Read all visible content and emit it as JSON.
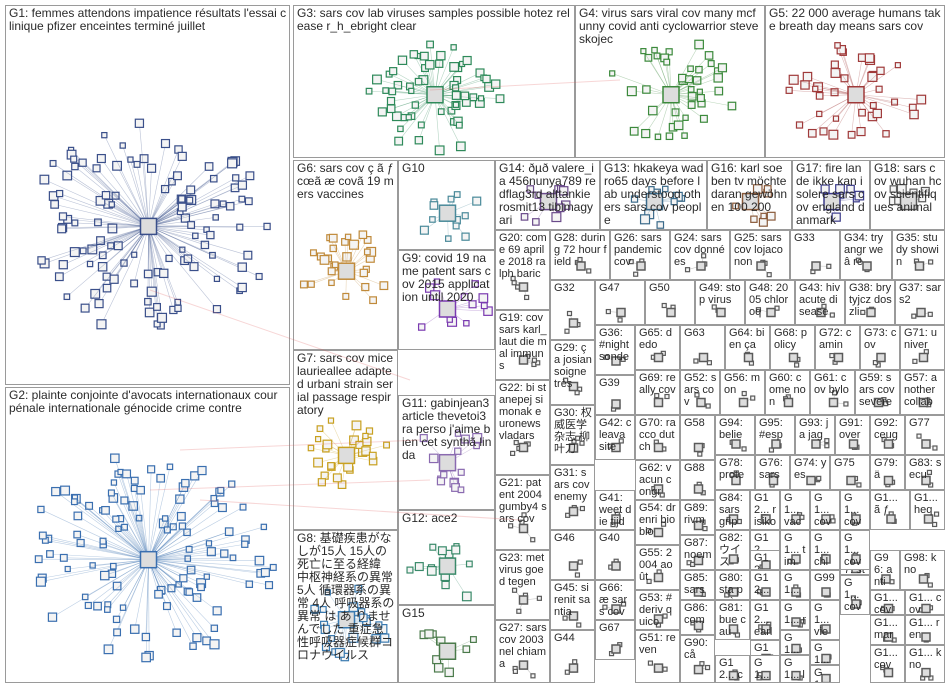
{
  "groups": [
    {
      "id": "G1",
      "label": "G1: femmes attendons impatience résultats l'essai clinique pfizer enceintes terminé juillet",
      "color": "#3a4f8a"
    },
    {
      "id": "G2",
      "label": "G2: plainte conjointe d'avocats internationaux cour pénale internationale génocide crime contre",
      "color": "#3a6fb0"
    },
    {
      "id": "G3",
      "label": "G3: sars cov lab viruses samples possible hotez release r_h_ebright clear",
      "color": "#2e8a5a"
    },
    {
      "id": "G4",
      "label": "G4: virus sars viral cov many mcfunny covid anti cyclowarrior steveskojec",
      "color": "#3c8a3c"
    },
    {
      "id": "G5",
      "label": "G5: 22 000 average humans take breath day means sars cov",
      "color": "#a03a3a"
    },
    {
      "id": "G6",
      "label": "G6: sars cov ç ã ƒ cœã æ covã 19 mers vaccines",
      "color": "#c08a3a"
    },
    {
      "id": "G7",
      "label": "G7: sars cov mice laurieallee adapted urbani strain serial passage respiratory",
      "color": "#c8a020"
    },
    {
      "id": "G8",
      "label": "G8: 基礎疾患がなしが15人 15人の死亡に至る経緯 中枢神経系の異常 5人 循環器系の異常 4人 呼吸器系の異常 は あ りませんでした 重症急性呼吸器症候群コロナウイルス",
      "color": "#3a7ab0"
    },
    {
      "id": "G9",
      "label": "G9: covid 19 name patent sars cov 2015 application until 2020",
      "color": "#7a3ab0"
    },
    {
      "id": "G10",
      "label": "G10",
      "color": "#4a8a9a"
    },
    {
      "id": "G11",
      "label": "G11: gabinjean3 article thevetoi3 ra perso j'aime bien cet synthã linda",
      "color": "#8a6ab0"
    },
    {
      "id": "G12",
      "label": "G12: ace2",
      "color": "#3a8a6a"
    },
    {
      "id": "G13",
      "label": "G13: hkakeya wadro65 days before lab understood others sars cov people",
      "color": "#3a6a8a"
    },
    {
      "id": "G14",
      "label": "G14: ðµð valere_ia 456nunya789 redflag3rd alttankie rosmit13 tibimagyari",
      "color": "#6a4a8a"
    },
    {
      "id": "G15",
      "label": "G15",
      "color": "#4a7a4a"
    },
    {
      "id": "G16",
      "label": "G16: karl soeben tv möchte daran gewöhnen 100 200",
      "color": "#8a5a3a"
    },
    {
      "id": "G17",
      "label": "G17: fire lande ikke kan isolere sars cov england danmark",
      "color": "#3a3a8a"
    },
    {
      "id": "G18",
      "label": "G18: sars cov wuhan hcov scientifiques animal",
      "color": "#5a5a5a"
    },
    {
      "id": "G19",
      "label": "G19: cov sars karl_laut die mal immuns",
      "color": "#5a5a5a"
    },
    {
      "id": "G20",
      "label": "G20: come 69 aprile 2018 ralph baric",
      "color": "#5a5a5a"
    },
    {
      "id": "G21",
      "label": "G21: patent 2004 gumby4 sars cov",
      "color": "#5a5a5a"
    },
    {
      "id": "G22",
      "label": "G22: bi stanepej simonak euronews vladars",
      "color": "#5a5a5a"
    },
    {
      "id": "G23",
      "label": "G23: met virus goed tegen",
      "color": "#5a5a5a"
    },
    {
      "id": "G24",
      "label": "G24: sars cov données",
      "color": "#5a5a5a"
    },
    {
      "id": "G25",
      "label": "G25: sars cov lojaconon",
      "color": "#5a5a5a"
    },
    {
      "id": "G26",
      "label": "G26: sars pandemic cov",
      "color": "#5a5a5a"
    },
    {
      "id": "G27",
      "label": "G27: sars cov 2003 nel chiama",
      "color": "#5a5a5a"
    },
    {
      "id": "G28",
      "label": "G28: during 72 hour field",
      "color": "#5a5a5a"
    },
    {
      "id": "G29",
      "label": "G29: ça josian soigne très",
      "color": "#5a5a5a"
    },
    {
      "id": "G30",
      "label": "G30: 权威医学 杂志 柳 叶刀",
      "color": "#5a5a5a"
    },
    {
      "id": "G31",
      "label": "G31: sars cov enemy",
      "color": "#5a5a5a"
    },
    {
      "id": "G32",
      "label": "G32",
      "color": "#5a5a5a"
    },
    {
      "id": "G33",
      "label": "G33",
      "color": "#5a5a5a"
    },
    {
      "id": "G34",
      "label": "G34: tryangr weâ re",
      "color": "#5a5a5a"
    },
    {
      "id": "G35",
      "label": "G35: study showin",
      "color": "#5a5a5a"
    },
    {
      "id": "G36",
      "label": "G36: #night sonde",
      "color": "#5a5a5a"
    },
    {
      "id": "G37",
      "label": "G37: sars2",
      "color": "#5a5a5a"
    },
    {
      "id": "G38",
      "label": "G38: brytyjcz doszli",
      "color": "#5a5a5a"
    },
    {
      "id": "G39",
      "label": "G39",
      "color": "#5a5a5a"
    },
    {
      "id": "G40",
      "label": "G40",
      "color": "#5a5a5a"
    },
    {
      "id": "G41",
      "label": "G41: weet die tijd",
      "color": "#5a5a5a"
    },
    {
      "id": "G42",
      "label": "G42: cleava site",
      "color": "#5a5a5a"
    },
    {
      "id": "G43",
      "label": "G43: hiv acute disease",
      "color": "#5a5a5a"
    },
    {
      "id": "G44",
      "label": "G44",
      "color": "#5a5a5a"
    },
    {
      "id": "G45",
      "label": "G45: sirenit santia",
      "color": "#5a5a5a"
    },
    {
      "id": "G46",
      "label": "G46",
      "color": "#5a5a5a"
    },
    {
      "id": "G47",
      "label": "G47",
      "color": "#5a5a5a"
    },
    {
      "id": "G48",
      "label": "G48: 2005 chloroq",
      "color": "#5a5a5a"
    },
    {
      "id": "G49",
      "label": "G49: stop virus",
      "color": "#5a5a5a"
    },
    {
      "id": "G50",
      "label": "G50",
      "color": "#5a5a5a"
    },
    {
      "id": "G51",
      "label": "G51: reven",
      "color": "#5a5a5a"
    },
    {
      "id": "G52",
      "label": "G52: sars cov",
      "color": "#5a5a5a"
    },
    {
      "id": "G53",
      "label": "G53: #deriv quico",
      "color": "#5a5a5a"
    },
    {
      "id": "G54",
      "label": "G54: drenri biobio",
      "color": "#5a5a5a"
    },
    {
      "id": "G55",
      "label": "G55: 2004 août",
      "color": "#5a5a5a"
    },
    {
      "id": "G56",
      "label": "G56: mon",
      "color": "#5a5a5a"
    },
    {
      "id": "G57",
      "label": "G57: another collab",
      "color": "#5a5a5a"
    },
    {
      "id": "G58",
      "label": "G58",
      "color": "#5a5a5a"
    },
    {
      "id": "G59",
      "label": "G59: sars cov severe",
      "color": "#5a5a5a"
    },
    {
      "id": "G60",
      "label": "G60: come non",
      "color": "#5a5a5a"
    },
    {
      "id": "G61",
      "label": "G61: cov bylo",
      "color": "#5a5a5a"
    },
    {
      "id": "G62",
      "label": "G62: vacun congr",
      "color": "#5a5a5a"
    },
    {
      "id": "G63",
      "label": "G63",
      "color": "#5a5a5a"
    },
    {
      "id": "G64",
      "label": "G64: bien ça",
      "color": "#5a5a5a"
    },
    {
      "id": "G65",
      "label": "G65: dedo",
      "color": "#5a5a5a"
    },
    {
      "id": "G66",
      "label": "G66: æ sars cov",
      "color": "#5a5a5a"
    },
    {
      "id": "G67",
      "label": "G67",
      "color": "#5a5a5a"
    },
    {
      "id": "G68",
      "label": "G68: policy",
      "color": "#5a5a5a"
    },
    {
      "id": "G69",
      "label": "G69: really cov",
      "color": "#5a5a5a"
    },
    {
      "id": "G70",
      "label": "G70: racco dutch",
      "color": "#5a5a5a"
    },
    {
      "id": "G71",
      "label": "G71: univer",
      "color": "#5a5a5a"
    },
    {
      "id": "G72",
      "label": "G72: camin",
      "color": "#5a5a5a"
    },
    {
      "id": "G73",
      "label": "G73: cov",
      "color": "#5a5a5a"
    },
    {
      "id": "G74",
      "label": "G74: yes",
      "color": "#5a5a5a"
    },
    {
      "id": "G75",
      "label": "G75",
      "color": "#5a5a5a"
    },
    {
      "id": "G76",
      "label": "G76: sars",
      "color": "#5a5a5a"
    },
    {
      "id": "G77",
      "label": "G77",
      "color": "#5a5a5a"
    },
    {
      "id": "G78",
      "label": "G78: prote",
      "color": "#5a5a5a"
    },
    {
      "id": "G79",
      "label": "G79: ä",
      "color": "#5a5a5a"
    },
    {
      "id": "G80",
      "label": "G80: sta però",
      "color": "#5a5a5a"
    },
    {
      "id": "G81",
      "label": "G81: bue cau",
      "color": "#5a5a5a"
    },
    {
      "id": "G82",
      "label": "G82: ウイ ス",
      "color": "#5a5a5a"
    },
    {
      "id": "G83",
      "label": "G83: secu",
      "color": "#5a5a5a"
    },
    {
      "id": "G84",
      "label": "G84: sars grip",
      "color": "#5a5a5a"
    },
    {
      "id": "G85",
      "label": "G85: sars",
      "color": "#5a5a5a"
    },
    {
      "id": "G86",
      "label": "G86: com",
      "color": "#5a5a5a"
    },
    {
      "id": "G87",
      "label": "G87: noem",
      "color": "#5a5a5a"
    },
    {
      "id": "G88",
      "label": "G88",
      "color": "#5a5a5a"
    },
    {
      "id": "G89",
      "label": "G89: rivm",
      "color": "#5a5a5a"
    },
    {
      "id": "G90",
      "label": "G90: cå",
      "color": "#5a5a5a"
    },
    {
      "id": "G91",
      "label": "G91: over",
      "color": "#5a5a5a"
    },
    {
      "id": "G92",
      "label": "G92: ceug",
      "color": "#5a5a5a"
    },
    {
      "id": "G93",
      "label": "G93: ja jag",
      "color": "#5a5a5a"
    },
    {
      "id": "G94",
      "label": "G94: belie",
      "color": "#5a5a5a"
    },
    {
      "id": "G95",
      "label": "G95: #esp",
      "color": "#5a5a5a"
    },
    {
      "id": "G96",
      "label": "G96: anti",
      "color": "#5a5a5a"
    },
    {
      "id": "G97",
      "label": "G97: stru",
      "color": "#5a5a5a"
    },
    {
      "id": "G98",
      "label": "G98: kno",
      "color": "#5a5a5a"
    },
    {
      "id": "G99",
      "label": "G99",
      "color": "#5a5a5a"
    },
    {
      "id": "G12a",
      "label": "G12... risiko",
      "color": "#5a5a5a"
    },
    {
      "id": "G12b",
      "label": "G12... vacc",
      "color": "#5a5a5a"
    },
    {
      "id": "G12c",
      "label": "G12... estu",
      "color": "#5a5a5a"
    },
    {
      "id": "G12d",
      "label": "G12... coro",
      "color": "#5a5a5a"
    },
    {
      "id": "G12e",
      "label": "G12... earl",
      "color": "#5a5a5a"
    },
    {
      "id": "G12f",
      "label": "G12... osie",
      "color": "#5a5a5a"
    },
    {
      "id": "G12g",
      "label": "G12... caz",
      "color": "#5a5a5a"
    },
    {
      "id": "G1a",
      "label": "G1... vac",
      "color": "#5a5a5a"
    },
    {
      "id": "G1b",
      "label": "G1... cov",
      "color": "#5a5a5a"
    },
    {
      "id": "G1c",
      "label": "G1... cov",
      "color": "#5a5a5a"
    },
    {
      "id": "G1d",
      "label": "G1... heq",
      "color": "#5a5a5a"
    },
    {
      "id": "G1e",
      "label": "G1... tim",
      "color": "#5a5a5a"
    },
    {
      "id": "G1f",
      "label": "G1... chl",
      "color": "#5a5a5a"
    },
    {
      "id": "G1g",
      "label": "G1... cov",
      "color": "#5a5a5a"
    },
    {
      "id": "G1h",
      "label": "G1... cov",
      "color": "#5a5a5a"
    },
    {
      "id": "G1i",
      "label": "G1... cov",
      "color": "#5a5a5a"
    },
    {
      "id": "G1j",
      "label": "G1... rec",
      "color": "#5a5a5a"
    },
    {
      "id": "G1k",
      "label": "G1... cov",
      "color": "#5a5a5a"
    },
    {
      "id": "G1l",
      "label": "G1... vie",
      "color": "#5a5a5a"
    },
    {
      "id": "G1m",
      "label": "G1... mar",
      "color": "#5a5a5a"
    },
    {
      "id": "G1n",
      "label": "G1... ren",
      "color": "#5a5a5a"
    },
    {
      "id": "G1o",
      "label": "G1... hco",
      "color": "#5a5a5a"
    },
    {
      "id": "G1p",
      "label": "G1... vie",
      "color": "#5a5a5a"
    },
    {
      "id": "G1q",
      "label": "G1... aus",
      "color": "#5a5a5a"
    },
    {
      "id": "G1r",
      "label": "G1... kno",
      "color": "#5a5a5a"
    },
    {
      "id": "G1s",
      "label": "G1... cov",
      "color": "#5a5a5a"
    },
    {
      "id": "G1t",
      "label": "G1... kind",
      "color": "#5a5a5a"
    },
    {
      "id": "G1u",
      "label": "G1... lã",
      "color": "#5a5a5a"
    },
    {
      "id": "G1v",
      "label": "G1... ã ƒ",
      "color": "#5a5a5a"
    },
    {
      "id": "G1w",
      "label": "G1... cov",
      "color": "#5a5a5a"
    }
  ]
}
